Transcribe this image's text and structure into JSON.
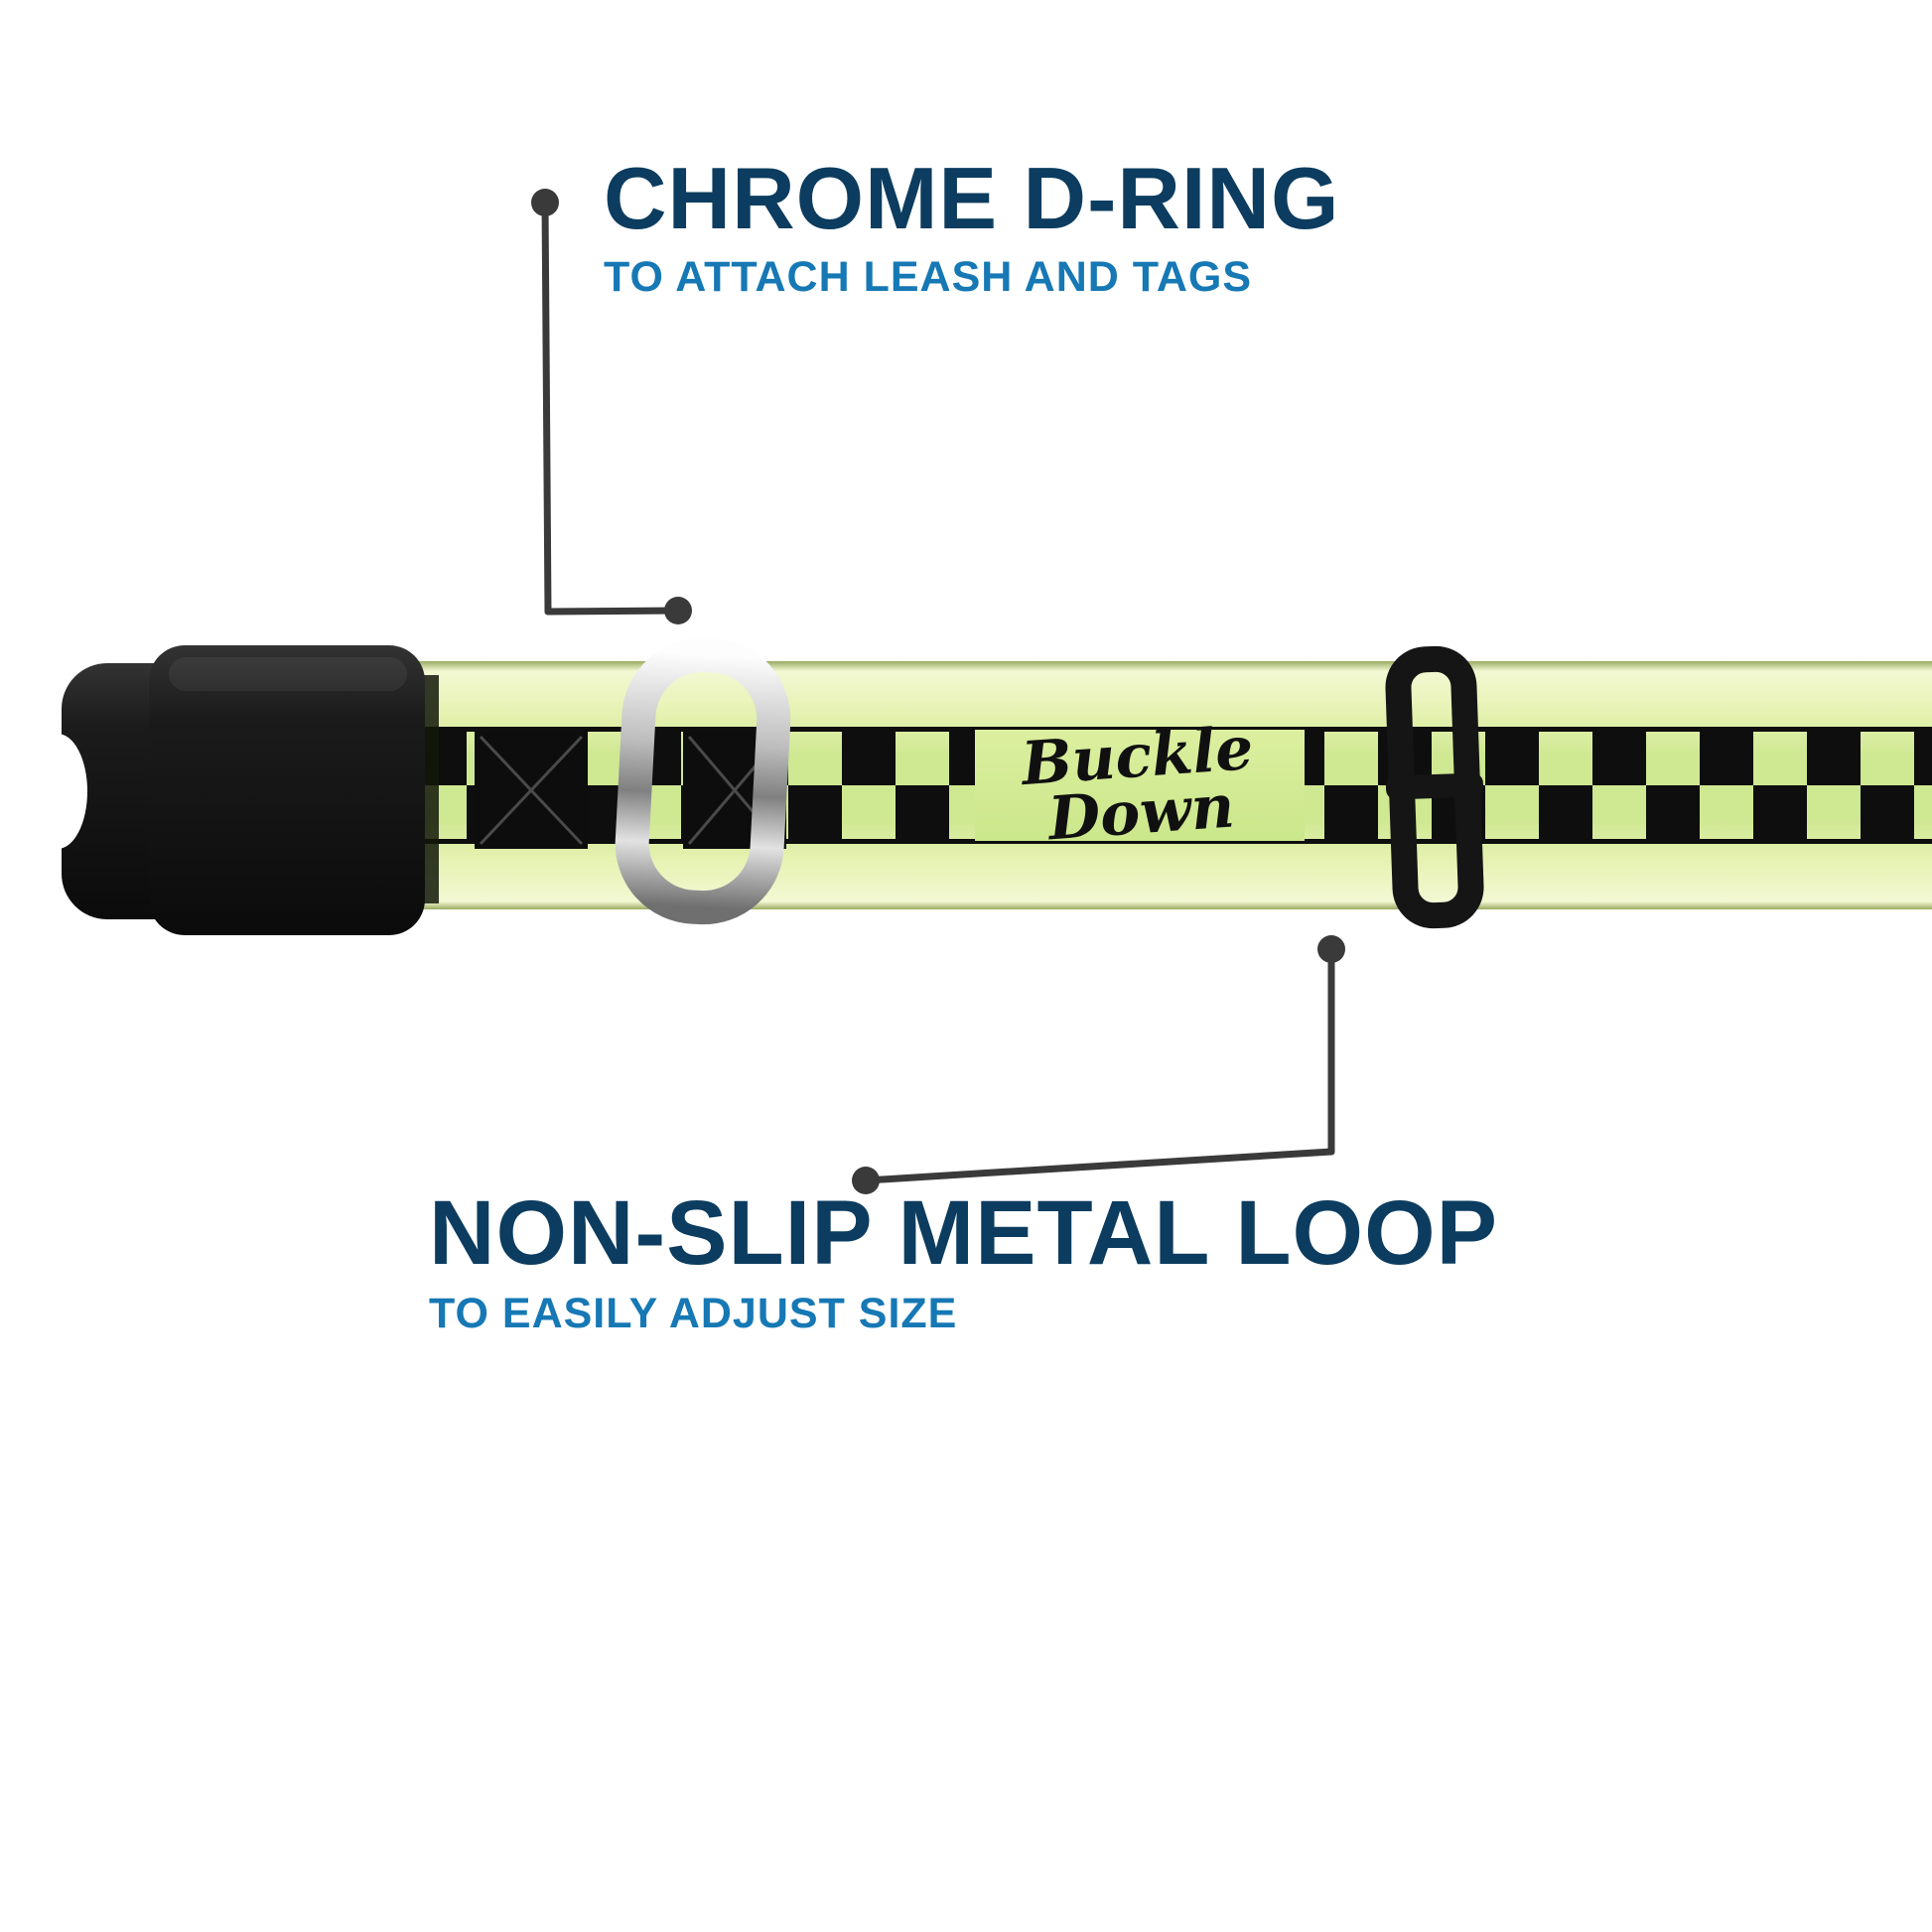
{
  "annotations": {
    "top": {
      "title": "CHROME D-RING",
      "subtitle": "TO ATTACH LEASH AND TAGS"
    },
    "bottom": {
      "title": "NON-SLIP METAL LOOP",
      "subtitle": "TO EASILY ADJUST SIZE"
    }
  },
  "strap": {
    "brand_line1": "Buckle",
    "brand_line2": "Down"
  },
  "colors": {
    "page_bg": "#ffffff",
    "title_color": "#0c3c5f",
    "subtitle_color": "#1678b4",
    "strap_green": "#cfe892",
    "checker_black": "#0e0e0e",
    "callout_color": "#3a3a3a",
    "buckle_black": "#151515",
    "chrome_light": "#f5f5f5",
    "chrome_dark": "#828282"
  }
}
